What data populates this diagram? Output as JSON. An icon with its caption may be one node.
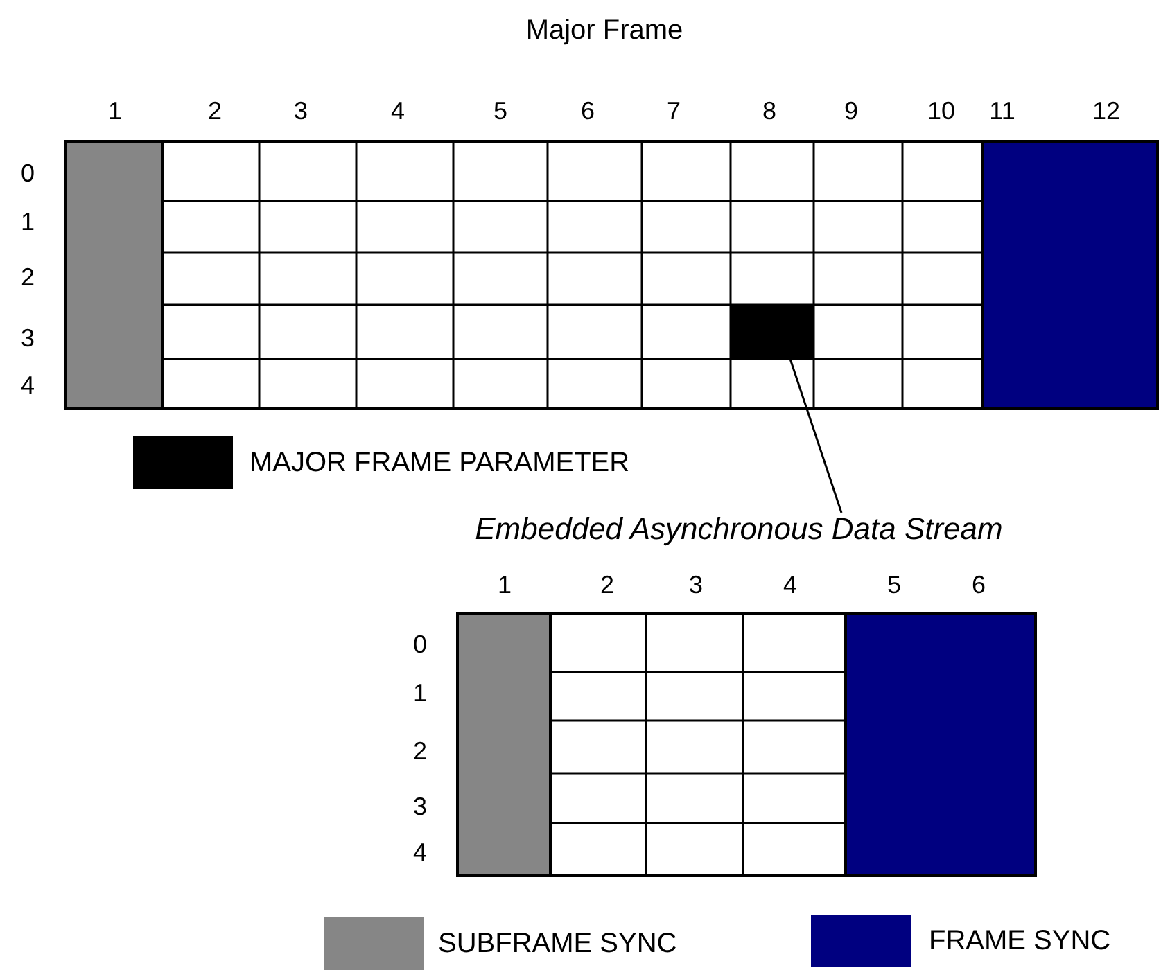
{
  "diagram": {
    "title": "Major Frame",
    "nodes": [
      {
        "text": [],
        "shape": "box"
      },
      {
        "text": [
          "Embedded Asynchronous Data Stream"
        ]
      }
    ],
    "edges": [
      {
        "from": 1,
        "to": 0,
        "arrow": "none"
      }
    ],
    "labels": [
      "1",
      "2",
      "3",
      "4",
      "5",
      "6",
      "7",
      "8",
      "9",
      "10",
      "11",
      "12",
      "0",
      "1",
      "2",
      "3",
      "4",
      "1",
      "2",
      "3",
      "4",
      "5",
      "6",
      "0",
      "1",
      "2",
      "3",
      "4"
    ],
    "legend": [
      {
        "text": "MAJOR FRAME PARAMETER",
        "color": "#000000"
      },
      {
        "text": "SUBFRAME SYNC",
        "color": "#868686"
      },
      {
        "text": "FRAME SYNC",
        "color": "#000080"
      }
    ]
  }
}
